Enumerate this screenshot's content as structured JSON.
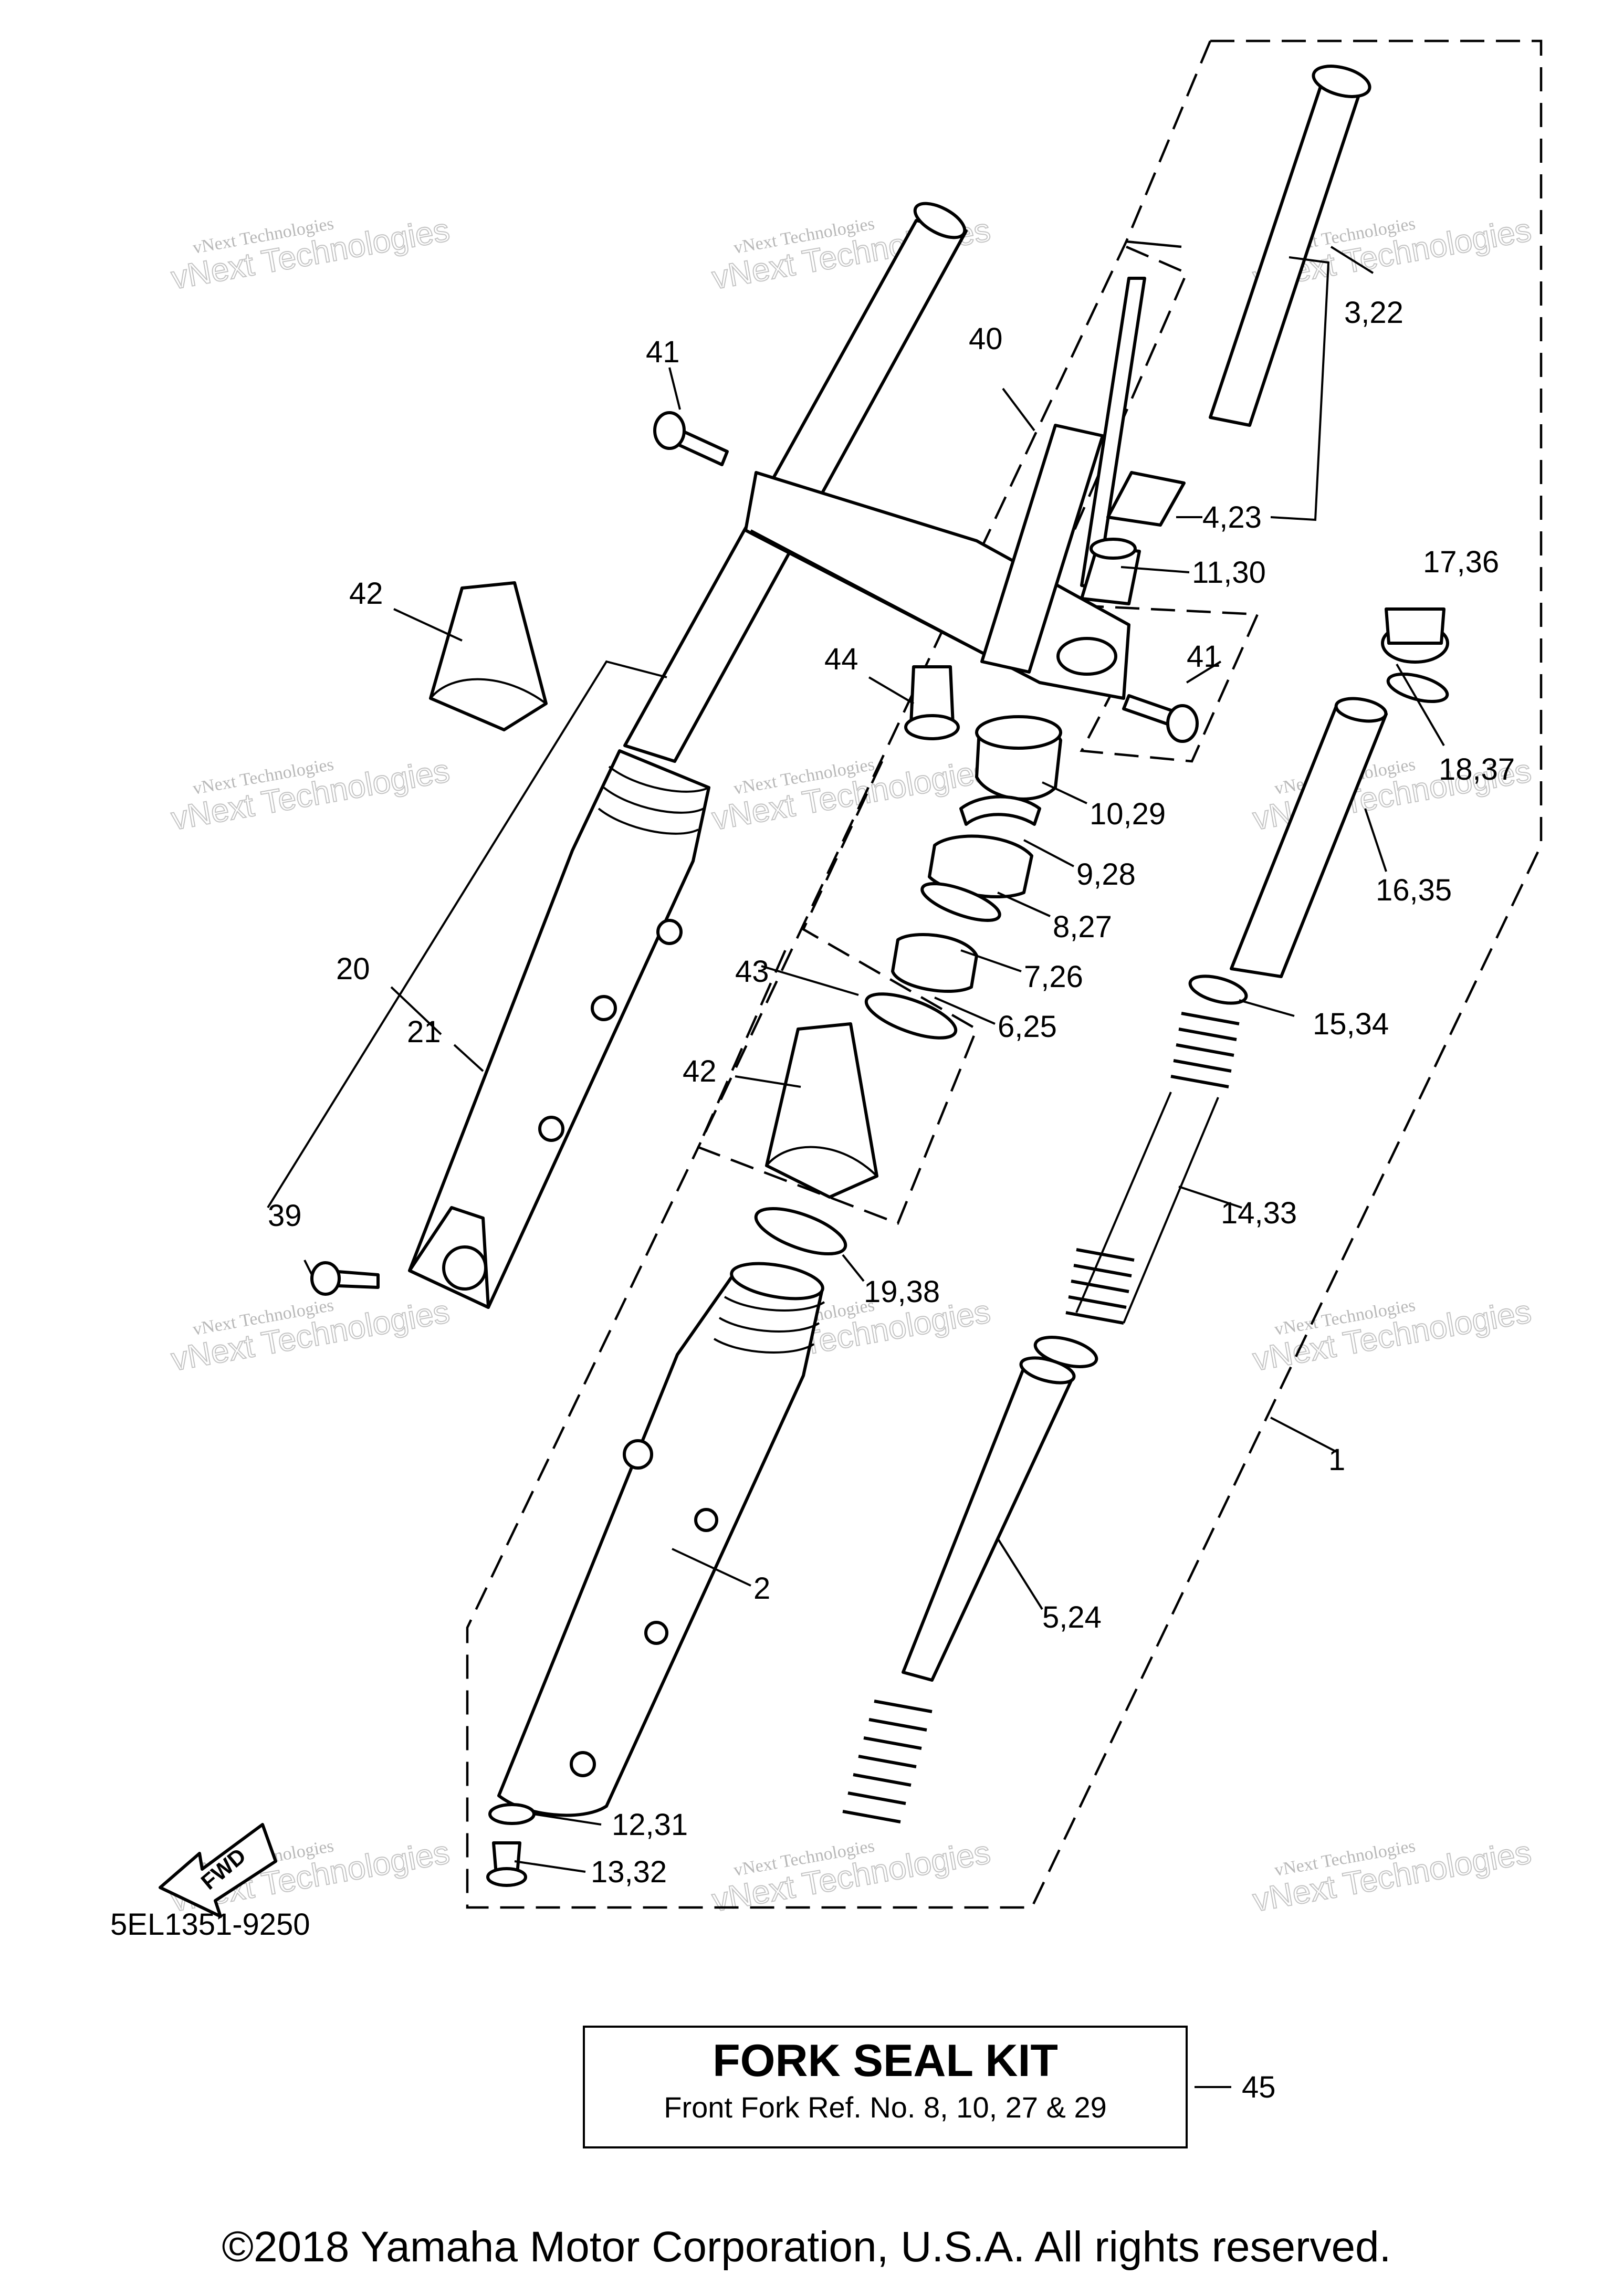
{
  "diagram_code": "5EL1351-9250",
  "callouts": {
    "c1": "1",
    "c2": "2",
    "c3": "3,22",
    "c4": "4,23",
    "c5": "5,24",
    "c6": "6,25",
    "c7": "7,26",
    "c8": "8,27",
    "c9": "9,28",
    "c10": "10,29",
    "c11": "11,30",
    "c12": "12,31",
    "c13": "13,32",
    "c14": "14,33",
    "c15": "15,34",
    "c16": "16,35",
    "c17": "17,36",
    "c18": "18,37",
    "c19": "19,38",
    "c20": "20",
    "c21": "21",
    "c39": "39",
    "c40": "40",
    "c41a": "41",
    "c41b": "41",
    "c42a": "42",
    "c42b": "42",
    "c43": "43",
    "c44": "44",
    "c45": "45"
  },
  "fwd_label": "FWD",
  "watermark": {
    "line1": "vNext Technologies",
    "line2": "vNext Technologies"
  },
  "seal_kit": {
    "title": "FORK SEAL KIT",
    "subtitle": "Front Fork Ref. No. 8, 10, 27 & 29"
  },
  "copyright": "©2018 Yamaha Motor Corporation, U.S.A. All rights reserved."
}
